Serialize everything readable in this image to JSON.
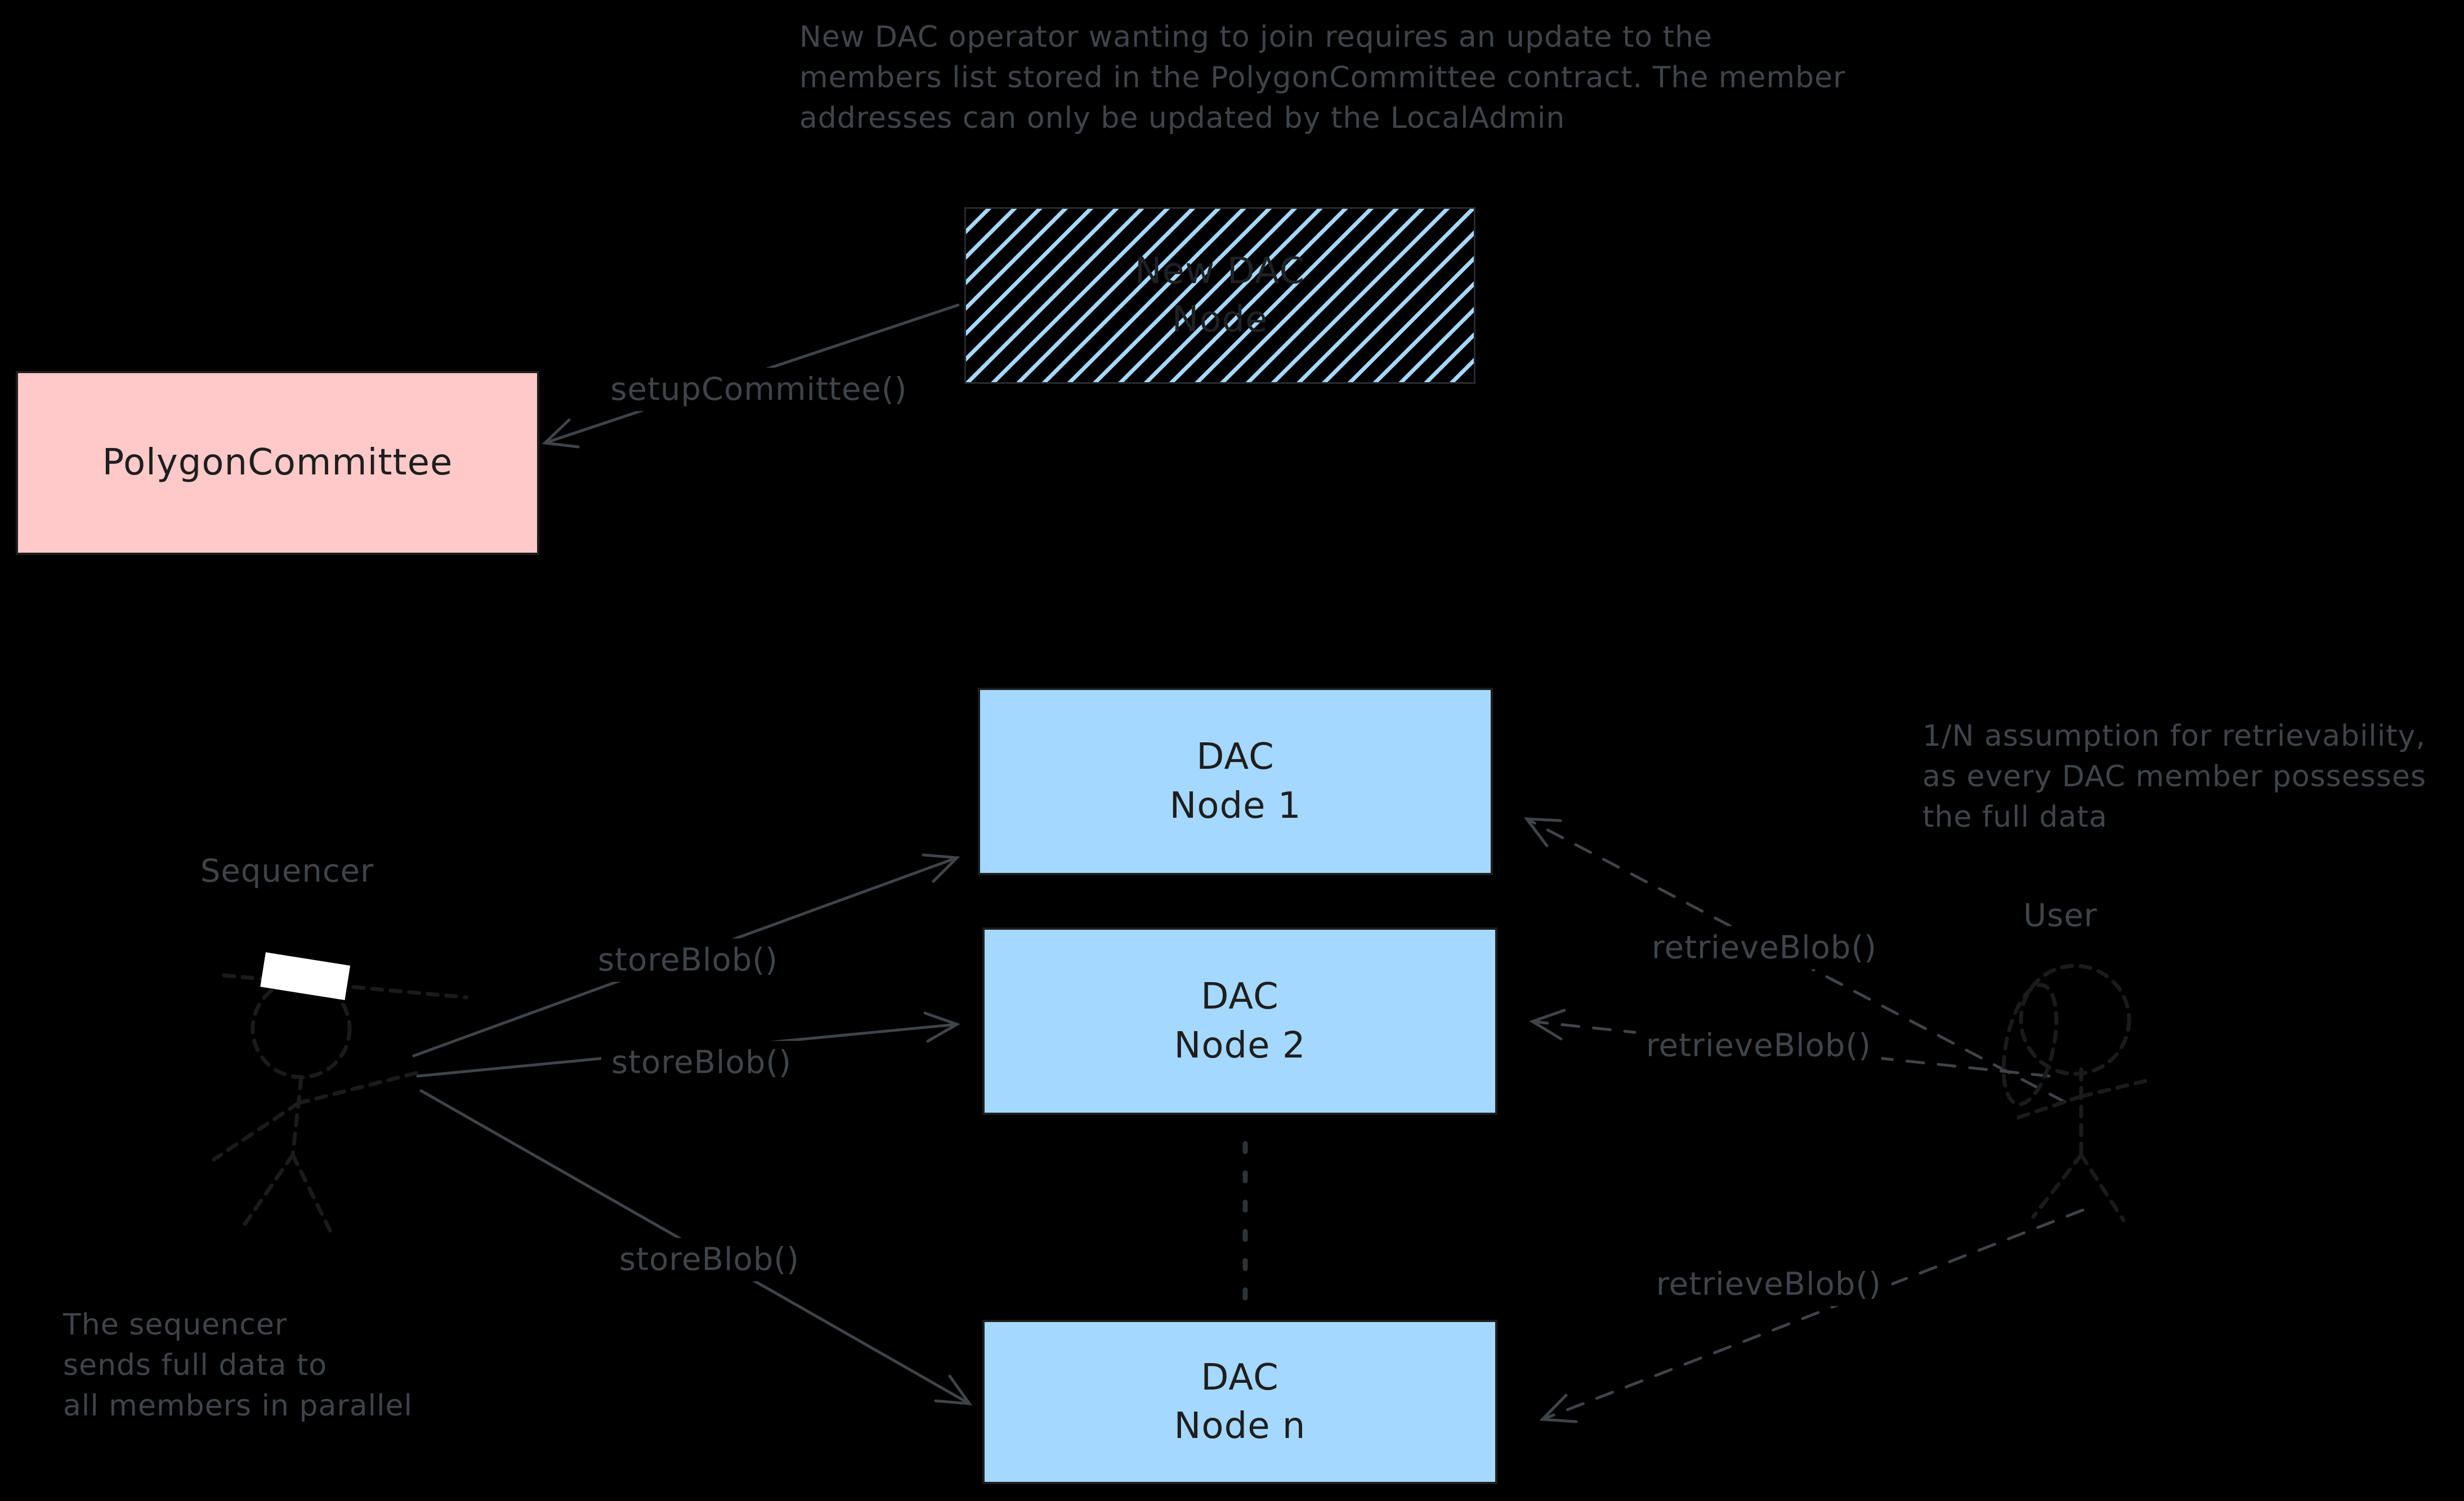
{
  "diagram": {
    "notes": {
      "top": "New DAC operator wanting to join requires an update to the\nmembers list stored in the PolygonCommittee contract. The member\naddresses can only be updated by the LocalAdmin",
      "retrievability": "1/N assumption for retrievability,\nas every DAC member possesses\nthe full data",
      "sequencer_parallel": "The sequencer\nsends full data to\nall members in parallel"
    },
    "actors": {
      "sequencer": "Sequencer",
      "user": "User"
    },
    "nodes": {
      "new_dac": "New DAC\nNode",
      "polygon_committee": "PolygonCommittee",
      "dac_1": "DAC\nNode 1",
      "dac_2": "DAC\nNode 2",
      "dac_n": "DAC\nNode n"
    },
    "calls": {
      "setup_committee": "setupCommittee()",
      "store_blob_1": "storeBlob()",
      "store_blob_2": "storeBlob()",
      "store_blob_3": "storeBlob()",
      "retrieve_blob_1": "retrieveBlob()",
      "retrieve_blob_2": "retrieveBlob()",
      "retrieve_blob_3": "retrieveBlob()"
    },
    "colors": {
      "background": "#000000",
      "dac_node_fill": "#a5d8ff",
      "committee_fill": "#ffc9c9",
      "hatch_stripe": "#a5d8ff",
      "box_stroke": "#1e1e1e",
      "annotation_gray": "#3f444a",
      "figure_stroke": "#1b1b1b",
      "sequencer_hat_band": "#ffffff"
    }
  }
}
